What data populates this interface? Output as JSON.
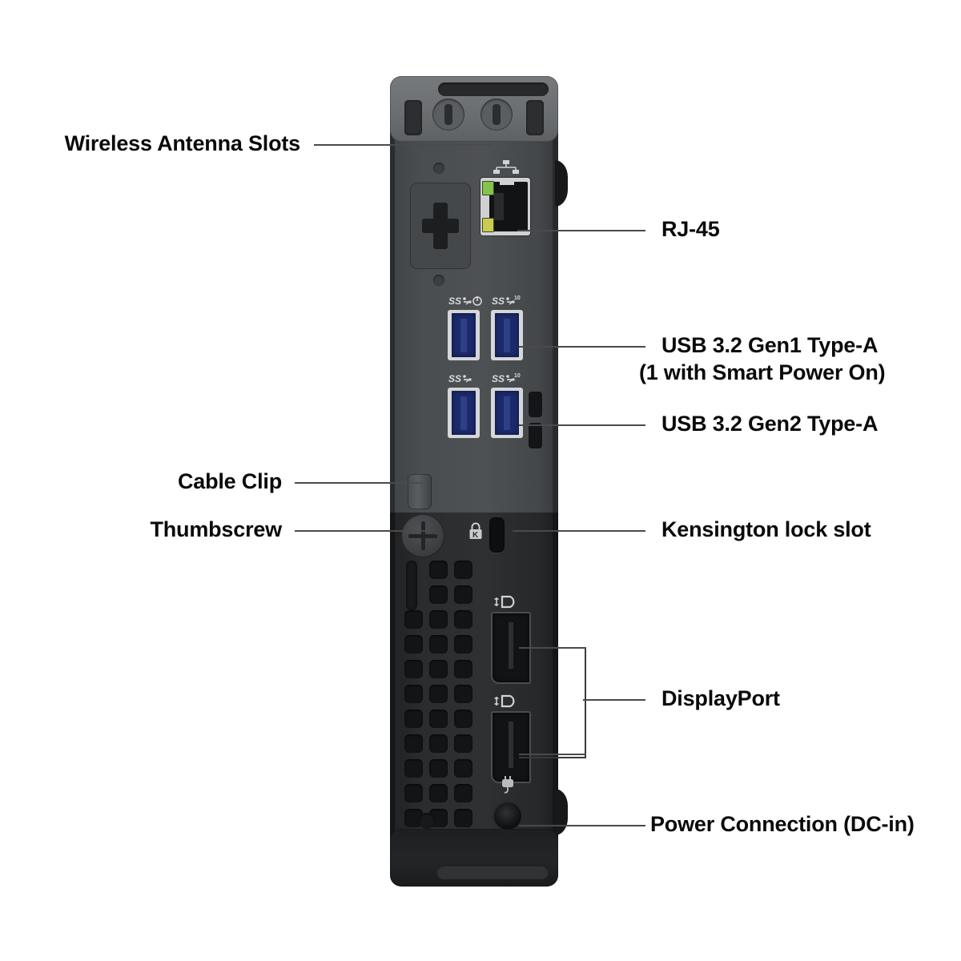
{
  "diagram": {
    "title": "Rear I/O port callout diagram",
    "labels": {
      "wireless_antenna": "Wireless Antenna Slots",
      "rj45": "RJ-45",
      "usb_gen1": "USB 3.2 Gen1 Type-A",
      "usb_gen1_note": "(1 with Smart Power On)",
      "usb_gen2": "USB 3.2 Gen2 Type-A",
      "cable_clip": "Cable Clip",
      "thumbscrew": "Thumbscrew",
      "kensington": "Kensington lock slot",
      "displayport": "DisplayPort",
      "power": "Power Connection (DC-in)"
    },
    "port_markings": {
      "usb_top_left": "SS",
      "usb_top_left_suffix": "power",
      "usb_top_right": "SS",
      "usb_top_right_suffix": "10",
      "usb_bottom_left": "SS",
      "usb_bottom_left_suffix": "",
      "usb_bottom_right": "SS",
      "usb_bottom_right_suffix": "10"
    },
    "icons": {
      "network": "network-icon",
      "kensington": "kensington-lock-icon",
      "displayport": "displayport-icon",
      "power": "dc-power-icon"
    },
    "colors": {
      "label_text": "#0a0a0a",
      "leader_line": "#4a4a4a",
      "chassis_upper": "#4e5154",
      "chassis_lower": "#2e3032",
      "usb_blue": "#1b2a6b",
      "rj45_led_green": "#86c34a",
      "background": "#ffffff"
    }
  }
}
